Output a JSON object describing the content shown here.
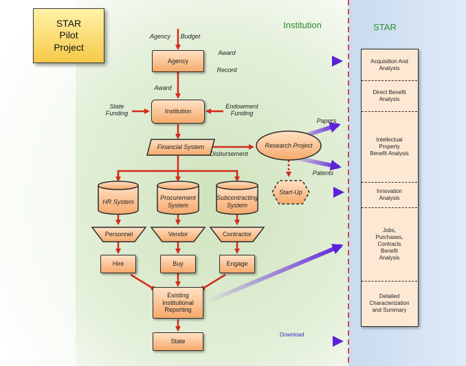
{
  "pilot": {
    "line1": "STAR",
    "line2": "Pilot",
    "line3": "Project"
  },
  "headers": {
    "institution": "Institution",
    "star": "STAR"
  },
  "flow_labels": {
    "agency_in": "Agency",
    "budget": "Budget",
    "award_top": "Award",
    "record": "Record",
    "award_mid": "Award",
    "state_funding": "State Funding",
    "endowment_funding": "Endowment Funding",
    "papers": "Papers",
    "disbursement": "Disbursement",
    "patents": "Patents",
    "download": "Download"
  },
  "nodes": {
    "agency": "Agency",
    "institution": "Institution",
    "financial_system": "Financial System",
    "research_project": "Research Project",
    "startup": "Start-Up",
    "hr_system": "HR System",
    "procurement_system": "Procurement System",
    "subcontracting_system": "Subcontracting System",
    "personnel": "Personnel",
    "vendor": "Vendor",
    "contractor": "Contractor",
    "hire": "Hire",
    "buy": "Buy",
    "engage": "Engage",
    "existing_reporting": "Existing Institutional Reporting",
    "state": "State"
  },
  "star_sections": [
    "Acquisition And Analysis",
    "Direct Benefit Analysis",
    "Intellectual Property Benefit Analysis",
    "Innovation Analysis",
    "Jobs, Purchases, Contracts Benefit Analysis",
    "Detailed Characterization and Summary"
  ],
  "colors": {
    "flow_arrow": "#d42a1c",
    "star_arrow": "#5b20d8",
    "node_fill": "#f7b47a",
    "divider": "#d94444",
    "institution_bg": "#d7e9c8",
    "star_bg": "#b9d3ee"
  }
}
